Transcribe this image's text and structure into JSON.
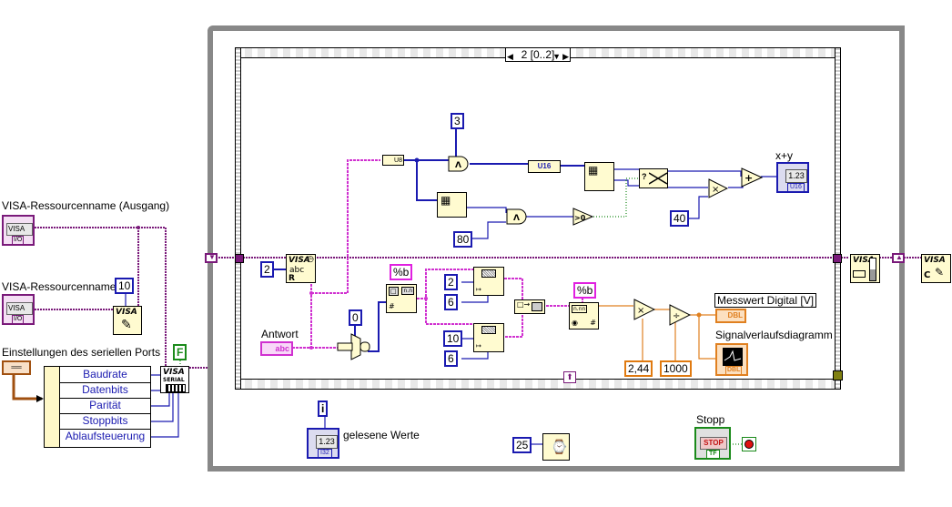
{
  "outside": {
    "visa_out_label": "VISA-Ressourcenname (Ausgang)",
    "visa_in_label": "VISA-Ressourcenname",
    "visa_glyph": "VISA",
    "io_glyph": "I/O",
    "timeout_const": "10",
    "open_node_glyph": "VISA",
    "serial_settings_label": "Einstellungen des seriellen Ports",
    "serial_settings_glyph": "══",
    "bundle_rows": [
      "Baudrate",
      "Datenbits",
      "Parität",
      "Stoppbits",
      "Ablaufsteuerung"
    ],
    "false_const": "F",
    "serial_node_glyph": "VISA",
    "serial_node_sub": "SERIAL"
  },
  "while_loop": {
    "iteration_terminal": "i",
    "iterations_label": "gelesene Werte",
    "iterations_display": "1.23",
    "iterations_type": "I32",
    "wait_ms_const": "25",
    "stop_label": "Stopp",
    "stop_button_text": "STOP",
    "stop_type": "TF"
  },
  "case_structure": {
    "selector_value": "2 [0..2]",
    "const_3": "3",
    "u8_glyph": "U8",
    "u16_glyph": "U16",
    "const_80": "80",
    "const_40": "40",
    "sum_label": "x+y",
    "sum_display": "1.23",
    "sum_type": "U16",
    "read_count_const": "2",
    "read_node_glyph": "VISA",
    "antwort_label": "Antwort",
    "antwort_glyph": "abc",
    "index_const": "0",
    "format1": "%b",
    "subset_a_offset": "2",
    "subset_a_len": "6",
    "subset_b_offset": "10",
    "subset_b_len": "6",
    "format2": "%b",
    "factor_const": "2,44",
    "divisor_const": "1000",
    "measure_label": "Messwert Digital [V]",
    "measure_glyph": "DBL",
    "chart_label": "Signalverlaufsdiagramm",
    "chart_type": "DBL"
  },
  "right": {
    "write_node_glyph": "VISA",
    "close_node_glyph": "VISA",
    "close_letter": "C"
  },
  "colors": {
    "string_wire": "#d030d0",
    "visa_wire": "#7a1a7a",
    "int_wire": "#1a1ab0",
    "dbl_wire": "#e08020",
    "bool_wire": "#1a8a1a",
    "frame_gray": "#888888"
  }
}
